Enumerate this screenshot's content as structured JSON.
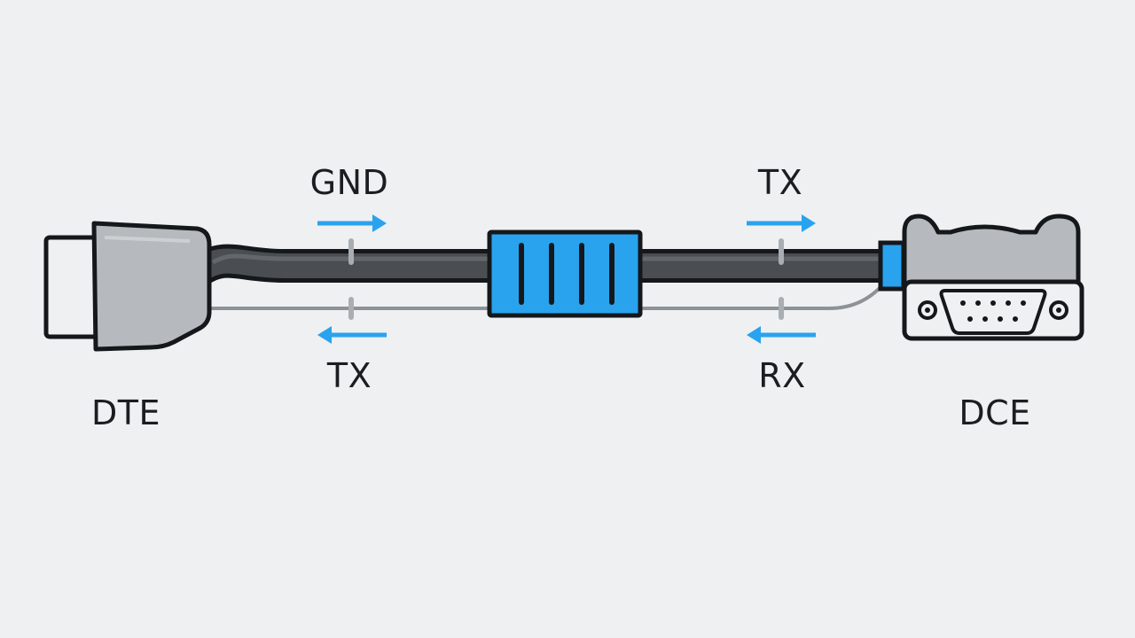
{
  "diagram": {
    "labels": {
      "left_top": "GND",
      "left_bottom": "TX",
      "right_top": "TX",
      "right_bottom": "RX",
      "left_device": "DTE",
      "right_device": "DCE"
    },
    "arrows": {
      "left_top": "right",
      "left_bottom": "left",
      "right_top": "right",
      "right_bottom": "left"
    },
    "colors": {
      "background": "#eef0f2",
      "accent": "#29a3ee",
      "outline": "#15181b",
      "connector_body": "#b6babe",
      "cable": "#4a4e52",
      "thin_wire": "#8d9296",
      "text": "#1b1d20"
    },
    "icons": {
      "left_connector": "plug-connector-icon",
      "ferrite_choke": "ferrite-choke-icon",
      "right_connector": "db9-serial-port-icon"
    }
  }
}
